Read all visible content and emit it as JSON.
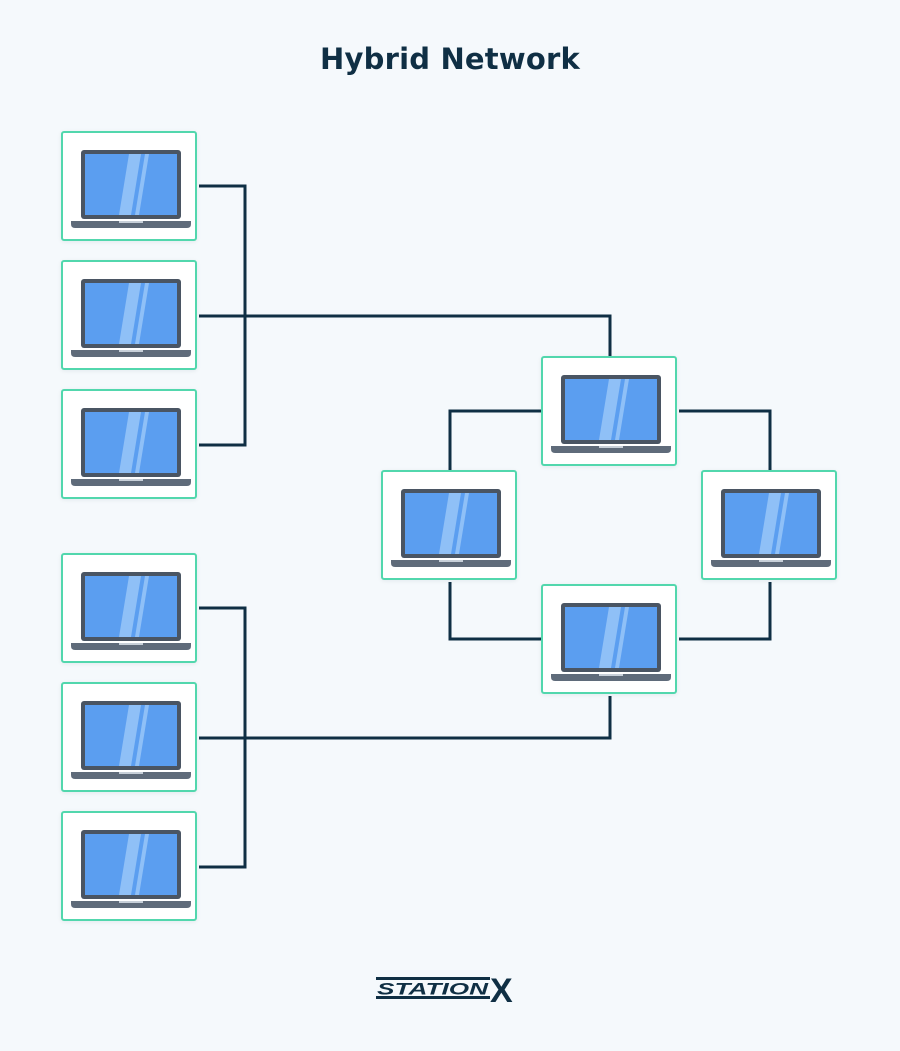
{
  "title": "Hybrid Network",
  "logo": {
    "text": "STATION",
    "x_mark": "X"
  },
  "colors": {
    "background": "#f5f9fc",
    "title": "#0f2f44",
    "link": "#0f2f44",
    "node_border": "#52d7ad",
    "laptop_screen": "#5b9ef0",
    "laptop_body": "#4a5563",
    "logo": "#0f2f44"
  },
  "nodes": [
    {
      "id": "bus-a-1",
      "icon": "laptop-icon"
    },
    {
      "id": "bus-a-2",
      "icon": "laptop-icon"
    },
    {
      "id": "bus-a-3",
      "icon": "laptop-icon"
    },
    {
      "id": "bus-b-1",
      "icon": "laptop-icon"
    },
    {
      "id": "bus-b-2",
      "icon": "laptop-icon"
    },
    {
      "id": "bus-b-3",
      "icon": "laptop-icon"
    },
    {
      "id": "ring-top",
      "icon": "laptop-icon"
    },
    {
      "id": "ring-left",
      "icon": "laptop-icon"
    },
    {
      "id": "ring-right",
      "icon": "laptop-icon"
    },
    {
      "id": "ring-bottom",
      "icon": "laptop-icon"
    }
  ]
}
